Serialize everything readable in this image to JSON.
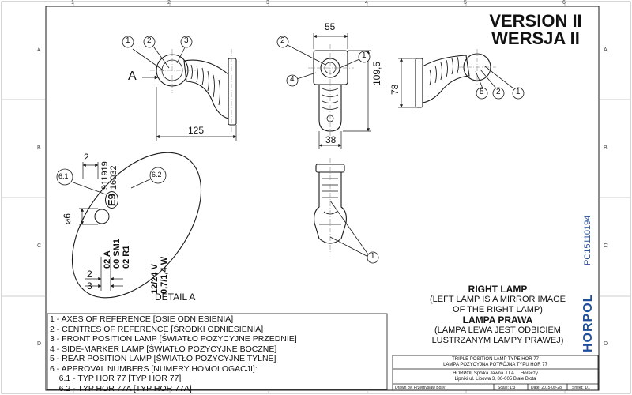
{
  "version": {
    "line1": "VERSION II",
    "line2": "WERSJA II"
  },
  "dims": {
    "w55": "55",
    "h109": "109,5",
    "w38": "38",
    "w125": "125",
    "h78": "78",
    "d2": "2",
    "d6": "6",
    "d2b": "2",
    "d3": "3"
  },
  "view_letter": "A",
  "callouts": {
    "c1": "1",
    "c2": "2",
    "c3": "3",
    "c4": "4",
    "c5": "5",
    "c61": "6.1",
    "c62": "6.2"
  },
  "detail": {
    "label": "DETAIL A",
    "marks": {
      "approval1": "911919",
      "approval2": "16032",
      "e_mark": "E9",
      "line_a": "02 A",
      "line_sm1": "00 SM1",
      "line_r1": "02 R1",
      "voltage": "12/24 V",
      "power": "0,7/1,4 W"
    }
  },
  "right_lamp": {
    "title": "RIGHT LAMP",
    "line1": "(LEFT LAMP IS A MIRROR IMAGE",
    "line2": "OF THE RIGHT LAMP)",
    "title_pl": "LAMPA PRAWA",
    "line3": "(LAMPA LEWA JEST ODBICIEM",
    "line4": "LUSTRZANYM LAMPY PRAWEJ)"
  },
  "legend": [
    "1 - AXES OF REFERENCE [OSIE ODNIESIENIA]",
    "2 - CENTRES OF REFERENCE [ŚRODKI ODNIESIENIA]",
    "3 - FRONT POSITION LAMP [ŚWIATŁO POZYCYJNE PRZEDNIE]",
    "4 - SIDE-MARKER LAMP [ŚWIATŁO POZYCYJNE BOCZNE]",
    "5 - REAR POSITION LAMP [ŚWIATŁO POZYCYJNE TYLNE]",
    "6 - APPROVAL NUMBERS [NUMERY HOMOLOGACJI]:",
    "    6.1 - TYP HOR 77 [TYP HOR 77]",
    "    6.2 - TYP HOR 77A [TYP HOR 77A]"
  ],
  "title_block": {
    "name1": "TRIPLE POSITION LAMP TYPE HOR 77",
    "name2": "LAMPA POZYCYJNA POTRÓJNA TYPU HOR 77",
    "company": "HORPOL Spółka Jawna   J.I.A.T. Horeczy",
    "address": "Lipniki ul. Lipowa 3, 86-005 Białe Błota",
    "drawn": "Drawn by: Przemysław Bosy",
    "scale": "Scale: 1:3",
    "date": "Date: 2015-09-28",
    "sheet": "Sheet: 1/1"
  },
  "brand": "HORPOL",
  "doc_code": "PC15110194",
  "border": {
    "cols": [
      "1",
      "2",
      "3",
      "4",
      "5",
      "6"
    ],
    "rows": [
      "A",
      "B",
      "C",
      "D"
    ]
  },
  "colors": {
    "line": "#1a1a1a",
    "brand": "#1d4f9c",
    "faint": "#777777"
  }
}
